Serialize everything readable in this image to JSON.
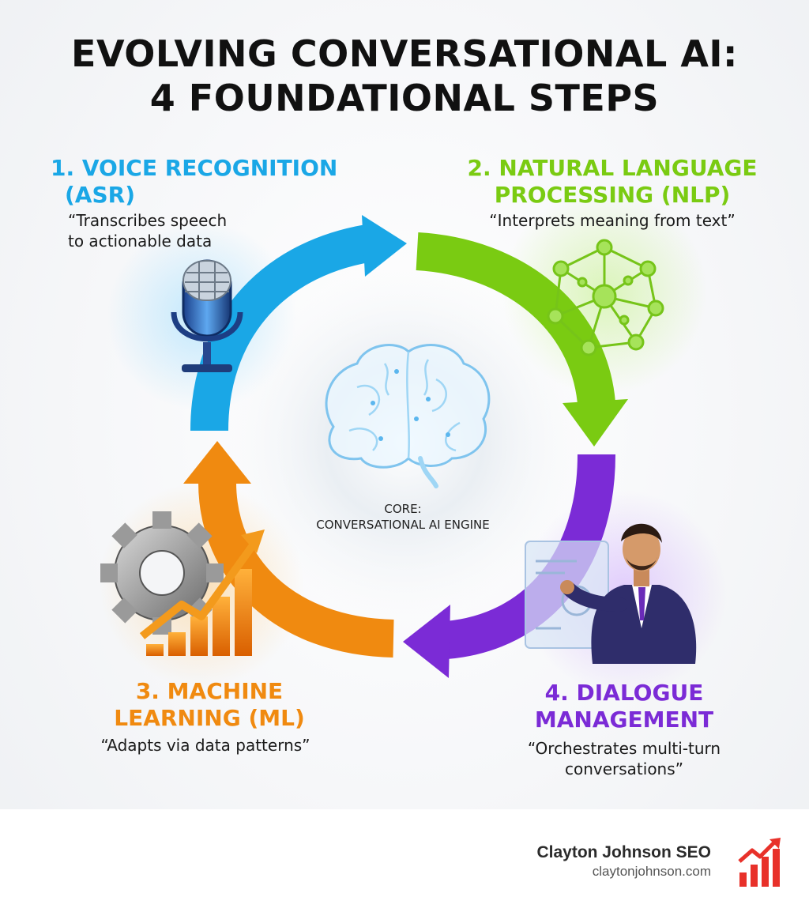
{
  "title": {
    "line1": "EVOLVING CONVERSATIONAL AI:",
    "line2": "4 FOUNDATIONAL STEPS"
  },
  "steps": [
    {
      "title_line1": "1. VOICE RECOGNITION",
      "title_line2": "(ASR)",
      "desc_line1": "“Transcribes speech",
      "desc_line2": "to actionable data",
      "color": "#1aa7e6",
      "icon": "microphone-icon"
    },
    {
      "title_line1": "2. NATURAL LANGUAGE",
      "title_line2": "PROCESSING (NLP)",
      "desc_line1": "“Interprets meaning from text”",
      "color": "#7acb12",
      "icon": "neural-network-icon"
    },
    {
      "title_line1": "3. MACHINE",
      "title_line2": "LEARNING (ML)",
      "desc_line1": "“Adapts via data patterns”",
      "color": "#f08a10",
      "icon": "gear-growth-chart-icon"
    },
    {
      "title_line1": "4. DIALOGUE",
      "title_line2": "MANAGEMENT",
      "desc_line1": "“Orchestrates multi-turn",
      "desc_line2": "conversations”",
      "color": "#7b2bd6",
      "icon": "businessman-hologram-icon"
    }
  ],
  "core": {
    "line1": "CORE:",
    "line2": "CONVERSATIONAL AI ENGINE",
    "icon": "brain-icon"
  },
  "brand": {
    "name": "Clayton Johnson SEO",
    "url": "claytonjohnson.com",
    "icon": "bar-chart-logo-icon",
    "color": "#e8312a"
  }
}
